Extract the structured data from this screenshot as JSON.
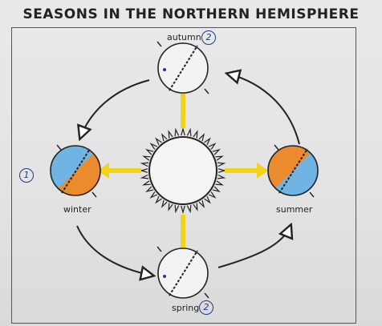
{
  "title": "SEASONS IN THE NORTHERN HEMISPHERE",
  "seasons": {
    "autumn": {
      "label": "autumn",
      "badge": "2"
    },
    "winter": {
      "label": "winter",
      "badge": "1"
    },
    "summer": {
      "label": "summer"
    },
    "spring": {
      "label": "spring",
      "badge": "2"
    }
  },
  "colors": {
    "sunlight_arrow": "#f2d21b",
    "day_side_orange": "#ec8a2e",
    "night_side_blue": "#6fb4e3",
    "badge_ink": "#1e3a8a",
    "orbit_ink": "#222222"
  }
}
